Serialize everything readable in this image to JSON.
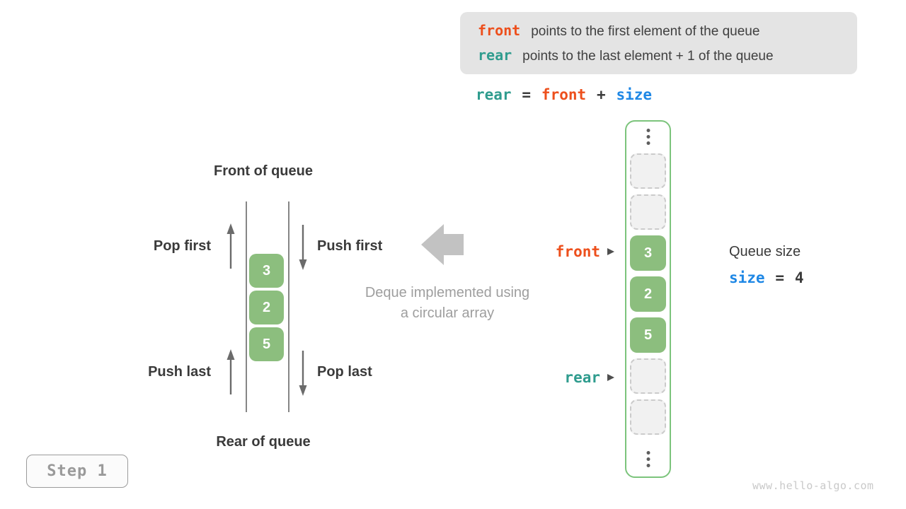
{
  "info_box": {
    "lines": [
      {
        "keyword": "front",
        "description": "points to the first element of the queue"
      },
      {
        "keyword": "rear",
        "description": "points to the last element + 1 of the queue"
      }
    ]
  },
  "equation": {
    "lhs": "rear",
    "equals": "=",
    "operand1": "front",
    "plus": "+",
    "operand2": "size"
  },
  "left_diagram": {
    "front_label": "Front of queue",
    "rear_label": "Rear of queue",
    "pop_first_label": "Pop first",
    "push_first_label": "Push first",
    "push_last_label": "Push last",
    "pop_last_label": "Pop last",
    "stack_values": [
      "3",
      "2",
      "5"
    ]
  },
  "center_caption": {
    "line1": "Deque implemented using",
    "line2": "a circular array"
  },
  "array_column": {
    "front_pointer_label": "front",
    "rear_pointer_label": "rear",
    "cells": [
      {
        "state": "empty",
        "value": ""
      },
      {
        "state": "empty",
        "value": ""
      },
      {
        "state": "filled",
        "value": "3"
      },
      {
        "state": "filled",
        "value": "2"
      },
      {
        "state": "filled",
        "value": "5"
      },
      {
        "state": "empty",
        "value": ""
      },
      {
        "state": "empty",
        "value": ""
      }
    ]
  },
  "queue_size_panel": {
    "title": "Queue size",
    "variable": "size",
    "equals": "=",
    "value": "4"
  },
  "step_badge": {
    "label": "Step 1"
  },
  "watermark": {
    "text": "www.hello-algo.com"
  },
  "colors": {
    "front_orange": "#ED4F1C",
    "rear_teal": "#2F9C8E",
    "size_blue": "#1E87E5",
    "cell_green": "#8CBE7E",
    "array_border_green": "#7CC47C",
    "info_box_bg": "#E4E4E4",
    "text_dark": "#3B3B3B",
    "text_gray": "#9E9E9E",
    "big_arrow_gray": "#C2C2C2"
  }
}
